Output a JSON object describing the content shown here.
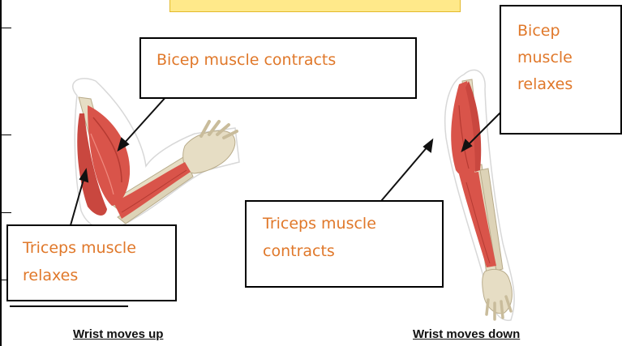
{
  "labels": {
    "bicep_contracts": "Bicep muscle contracts",
    "bicep_relaxes": [
      "Bicep",
      "muscle",
      "relaxes"
    ],
    "triceps_relaxes": [
      "Triceps muscle",
      "relaxes"
    ],
    "triceps_contracts": [
      "Triceps muscle",
      "contracts"
    ]
  },
  "captions": {
    "left": "Wrist moves up",
    "right": "Wrist moves down"
  },
  "colors": {
    "label_text": "#e0782a",
    "muscle": "#d9544a",
    "bone": "#e6ddc4",
    "highlight": "#ffe98a"
  }
}
